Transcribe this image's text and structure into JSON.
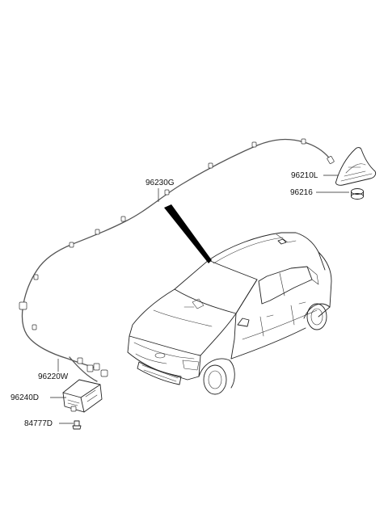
{
  "parts": [
    {
      "id": "roof-antenna",
      "number": "96210L"
    },
    {
      "id": "antenna-pad",
      "number": "96216"
    },
    {
      "id": "antenna-cable-upper",
      "number": "96230G"
    },
    {
      "id": "antenna-cable-lower",
      "number": "96220W"
    },
    {
      "id": "antenna-module",
      "number": "96240D"
    },
    {
      "id": "mounting-bolt",
      "number": "84777D"
    }
  ]
}
